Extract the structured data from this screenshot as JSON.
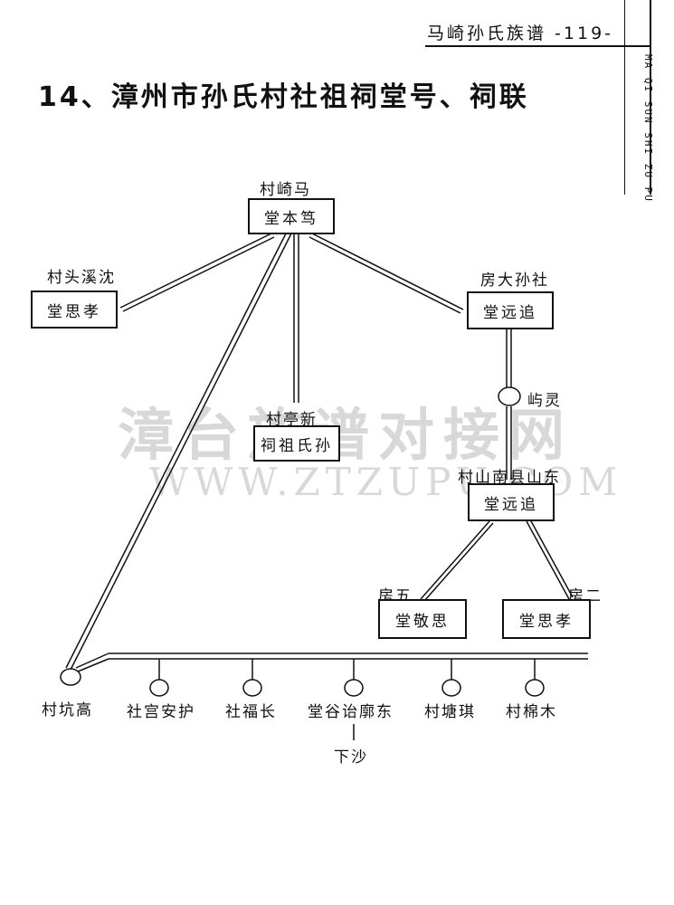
{
  "header": {
    "title": "马崎孙氏族谱 -119-",
    "side_text": "MA QI SUN SHI ZU PU"
  },
  "section_title": "14、漳州市孙氏村社祖祠堂号、祠联",
  "watermark": {
    "cn": "漳台族谱对接网",
    "url": "WWW.ZTZUPU.COM"
  },
  "nodes": {
    "maqi_village": "村崎马",
    "maqi_hall": "堂本笃",
    "shenxitou_village": "村头溪沈",
    "shenxitou_hall": "堂思孝",
    "sun_dafang_village": "房大孙社",
    "sun_dafang_hall": "堂远追",
    "xinting_village": "村亭新",
    "xinting_hall": "祠祖氏孙",
    "yuling": "屿灵",
    "shandong_village": "村山南县山东",
    "shandong_hall": "堂远追",
    "fang_wu": "房五",
    "fang_wu_hall": "堂敬思",
    "fang_er": "房二",
    "fang_er_hall": "堂思孝",
    "gaokeng": "村坑高",
    "angong": "社宫安护",
    "changfu": "社福长",
    "dongmiao": "堂谷诒廓东",
    "xiasha": "下沙",
    "qitang": "村塘琪",
    "mumian": "村棉木"
  }
}
